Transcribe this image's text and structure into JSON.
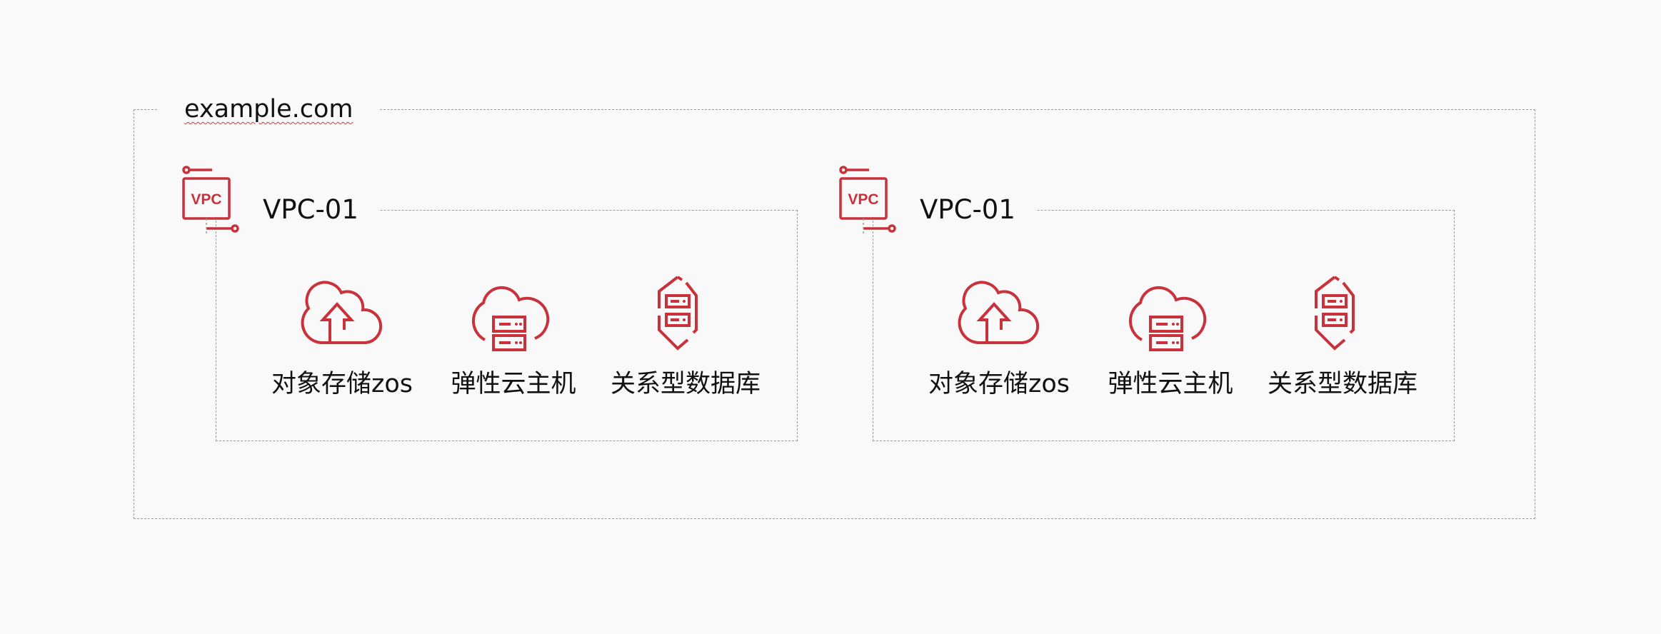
{
  "domain": {
    "label": "example.com"
  },
  "colors": {
    "accent": "#c9313b",
    "border": "#9a9a9a",
    "background": "#f9f9f9"
  },
  "vpcs": [
    {
      "icon_text": "VPC",
      "label": "VPC-01",
      "services": [
        {
          "icon": "cloud-upload-icon",
          "label": "对象存储zos"
        },
        {
          "icon": "cloud-server-icon",
          "label": "弹性云主机"
        },
        {
          "icon": "database-icon",
          "label": "关系型数据库"
        }
      ]
    },
    {
      "icon_text": "VPC",
      "label": "VPC-01",
      "services": [
        {
          "icon": "cloud-upload-icon",
          "label": "对象存储zos"
        },
        {
          "icon": "cloud-server-icon",
          "label": "弹性云主机"
        },
        {
          "icon": "database-icon",
          "label": "关系型数据库"
        }
      ]
    }
  ]
}
